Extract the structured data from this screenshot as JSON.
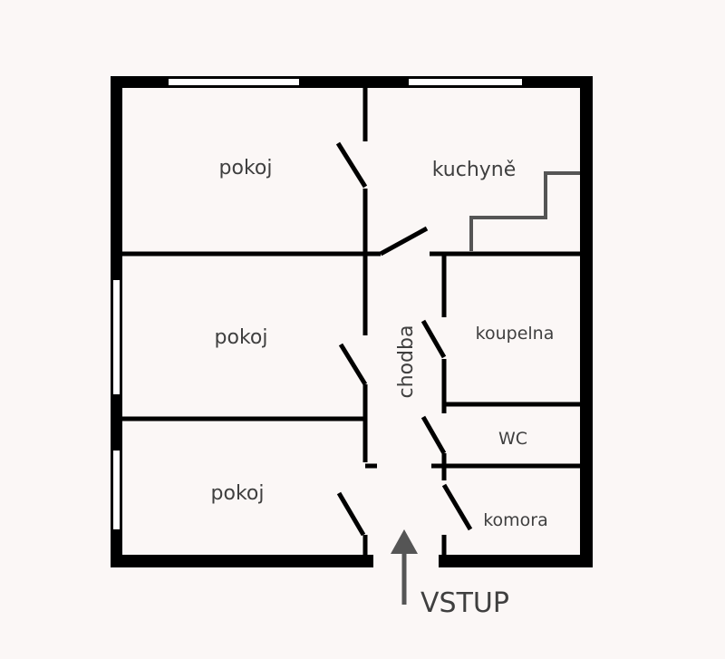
{
  "rooms": {
    "room_1": "pokoj",
    "room_2": "pokoj",
    "room_3": "pokoj",
    "kitchen": "kuchyně",
    "hallway": "chodba",
    "bathroom": "koupelna",
    "toilet": "WC",
    "storage": "komora"
  },
  "entrance": {
    "label": "VSTUP"
  },
  "colors": {
    "wall": "#000000",
    "window": "#ffffff",
    "label": "#3f3f3f",
    "arrow": "#555555",
    "background": "#fbf7f6"
  },
  "icons": {
    "entrance": "arrow-up-icon"
  }
}
